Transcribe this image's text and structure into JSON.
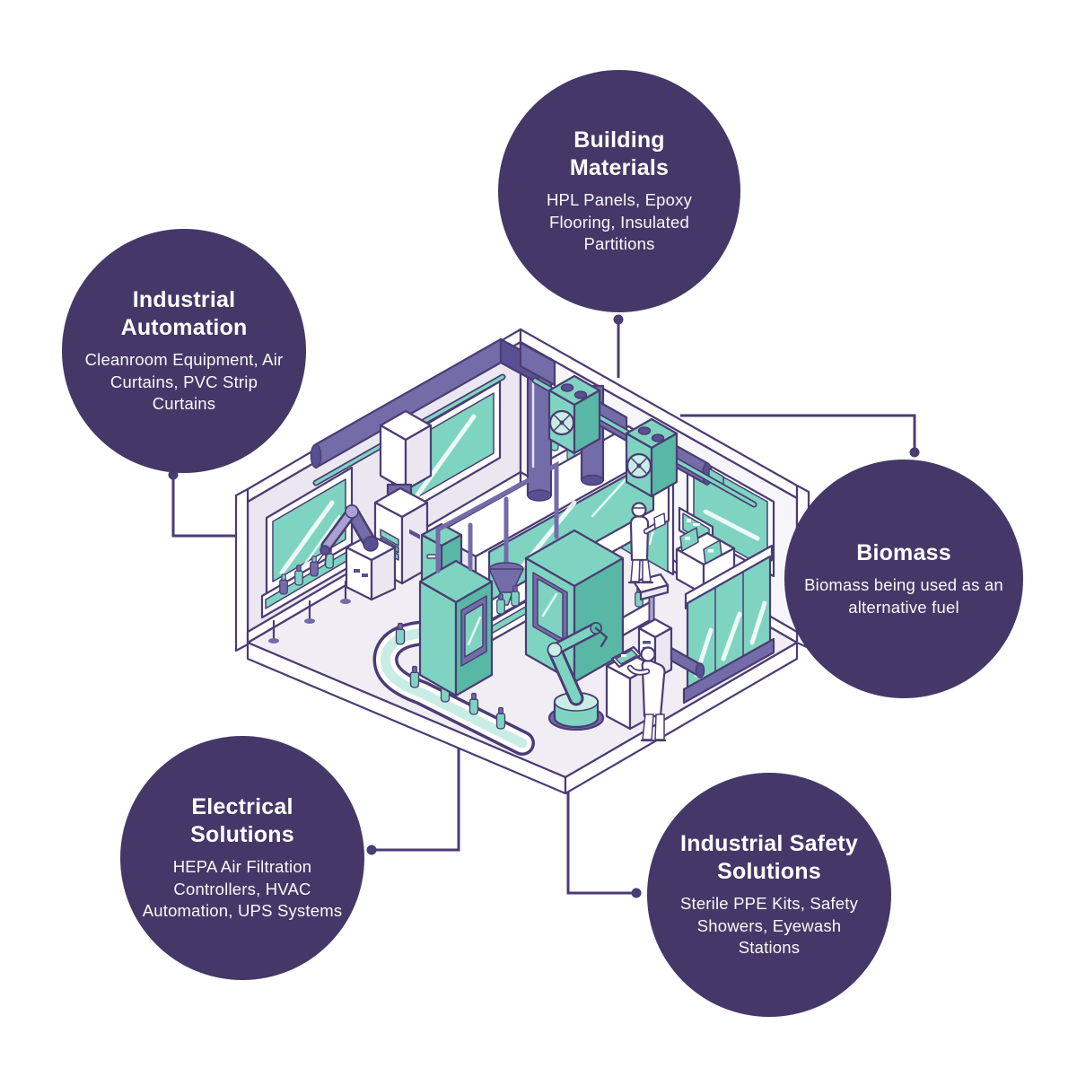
{
  "colors": {
    "bubble": "#453868",
    "bubbleText": "#ffffff",
    "line": "#4b3c74",
    "outline": "#4b3c74",
    "wall": "#eae7f0",
    "wallLight": "#f6f5f9",
    "floor": "#f0eef4",
    "teal": "#7fd4c1",
    "tealDark": "#58b8a5",
    "tealLight": "#c9ede4",
    "glass": "#7fd4c1",
    "duct": "#746ba9",
    "ductDark": "#585093",
    "ductLight": "#a8a1d1"
  },
  "illustration": {
    "alt": "Isometric cleanroom factory with HVAC ducting, fan units, conveyors, robotic arms, glass partitions and workers"
  },
  "bubbles": [
    {
      "id": "building-materials",
      "title": "Building Materials",
      "description": "HPL Panels, Epoxy Flooring, Insulated Partitions"
    },
    {
      "id": "industrial-automation",
      "title": "Industrial Automation",
      "description": "Cleanroom Equipment, Air Curtains, PVC Strip Curtains"
    },
    {
      "id": "biomass",
      "title": "Biomass",
      "description": "Biomass being used as an alternative fuel"
    },
    {
      "id": "electrical-solutions",
      "title": "Electrical Solutions",
      "description": "HEPA Air Filtration Controllers, HVAC Automation, UPS Systems"
    },
    {
      "id": "industrial-safety-solutions",
      "title": "Industrial Safety Solutions",
      "description": "Sterile PPE Kits, Safety Showers, Eyewash Stations"
    }
  ]
}
